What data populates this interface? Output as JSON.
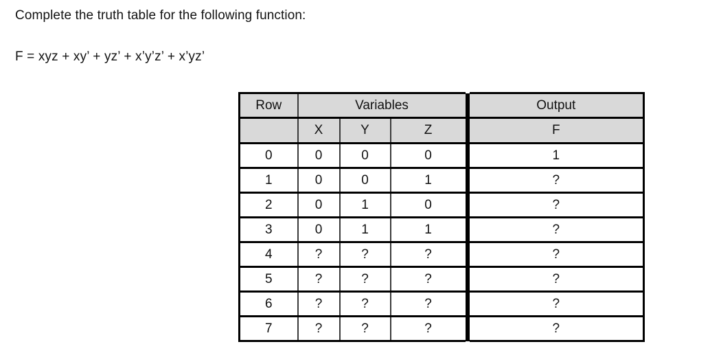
{
  "prompt": "Complete the truth table for the following function:",
  "formula": "F = xyz + xy’ + yz’ + x’y’z’ + x’yz’",
  "colors": {
    "header_background": "#d9d9d9",
    "unknown_marker": "#5faa46",
    "text": "#111111",
    "divider": "#000000"
  },
  "table": {
    "group_headers": {
      "row": "Row",
      "variables": "Variables",
      "output": "Output"
    },
    "column_headers": {
      "row": "",
      "x": "X",
      "y": "Y",
      "z": "Z",
      "f": "F"
    },
    "unknown_marker": "?",
    "rows": [
      {
        "row": "0",
        "x": "0",
        "y": "0",
        "z": "0",
        "f": "1"
      },
      {
        "row": "1",
        "x": "0",
        "y": "0",
        "z": "1",
        "f": "?"
      },
      {
        "row": "2",
        "x": "0",
        "y": "1",
        "z": "0",
        "f": "?"
      },
      {
        "row": "3",
        "x": "0",
        "y": "1",
        "z": "1",
        "f": "?"
      },
      {
        "row": "4",
        "x": "?",
        "y": "?",
        "z": "?",
        "f": "?"
      },
      {
        "row": "5",
        "x": "?",
        "y": "?",
        "z": "?",
        "f": "?"
      },
      {
        "row": "6",
        "x": "?",
        "y": "?",
        "z": "?",
        "f": "?"
      },
      {
        "row": "7",
        "x": "?",
        "y": "?",
        "z": "?",
        "f": "?"
      }
    ]
  }
}
